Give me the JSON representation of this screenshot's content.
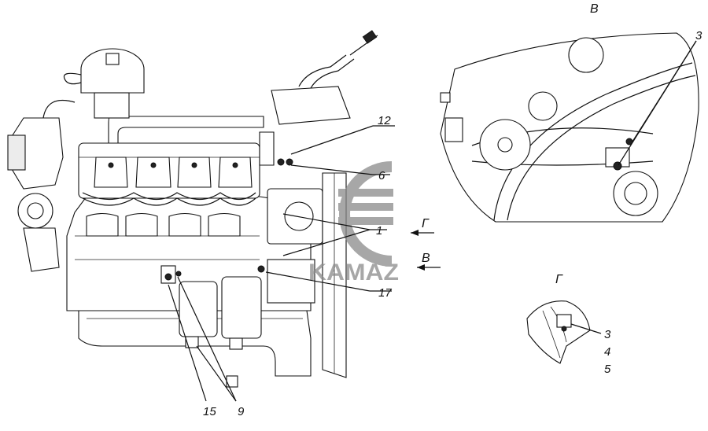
{
  "views": {
    "main": {
      "callouts": {
        "c12": "12",
        "c6": "6",
        "c1": "1",
        "c17": "17",
        "c15": "15",
        "c9": "9"
      },
      "arrows": {
        "g": "Г",
        "v": "В"
      }
    },
    "view_v": {
      "title": "В",
      "callouts": {
        "c3": "3"
      }
    },
    "view_g": {
      "title": "Г",
      "callouts": {
        "c3": "3",
        "c4": "4",
        "c5": "5"
      }
    }
  },
  "watermark": {
    "text": "KAMAZ",
    "color": "#8a8a8a"
  },
  "icons": [
    "engine-drawing",
    "detail-view-drawing",
    "kamaz-logo-watermark"
  ]
}
